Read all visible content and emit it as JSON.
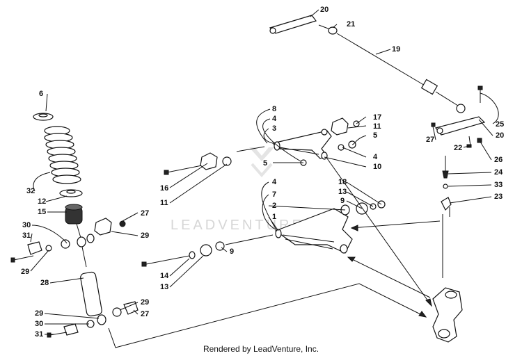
{
  "footer": "Rendered by LeadVenture, Inc.",
  "watermark": "LEADVENTURE",
  "callouts": [
    "1",
    "2",
    "3",
    "4",
    "5",
    "6",
    "7",
    "8",
    "9",
    "10",
    "11",
    "12",
    "13",
    "14",
    "15",
    "16",
    "17",
    "18",
    "19",
    "20",
    "21",
    "22",
    "23",
    "24",
    "25",
    "26",
    "27",
    "28",
    "29",
    "30",
    "31",
    "32",
    "33"
  ]
}
